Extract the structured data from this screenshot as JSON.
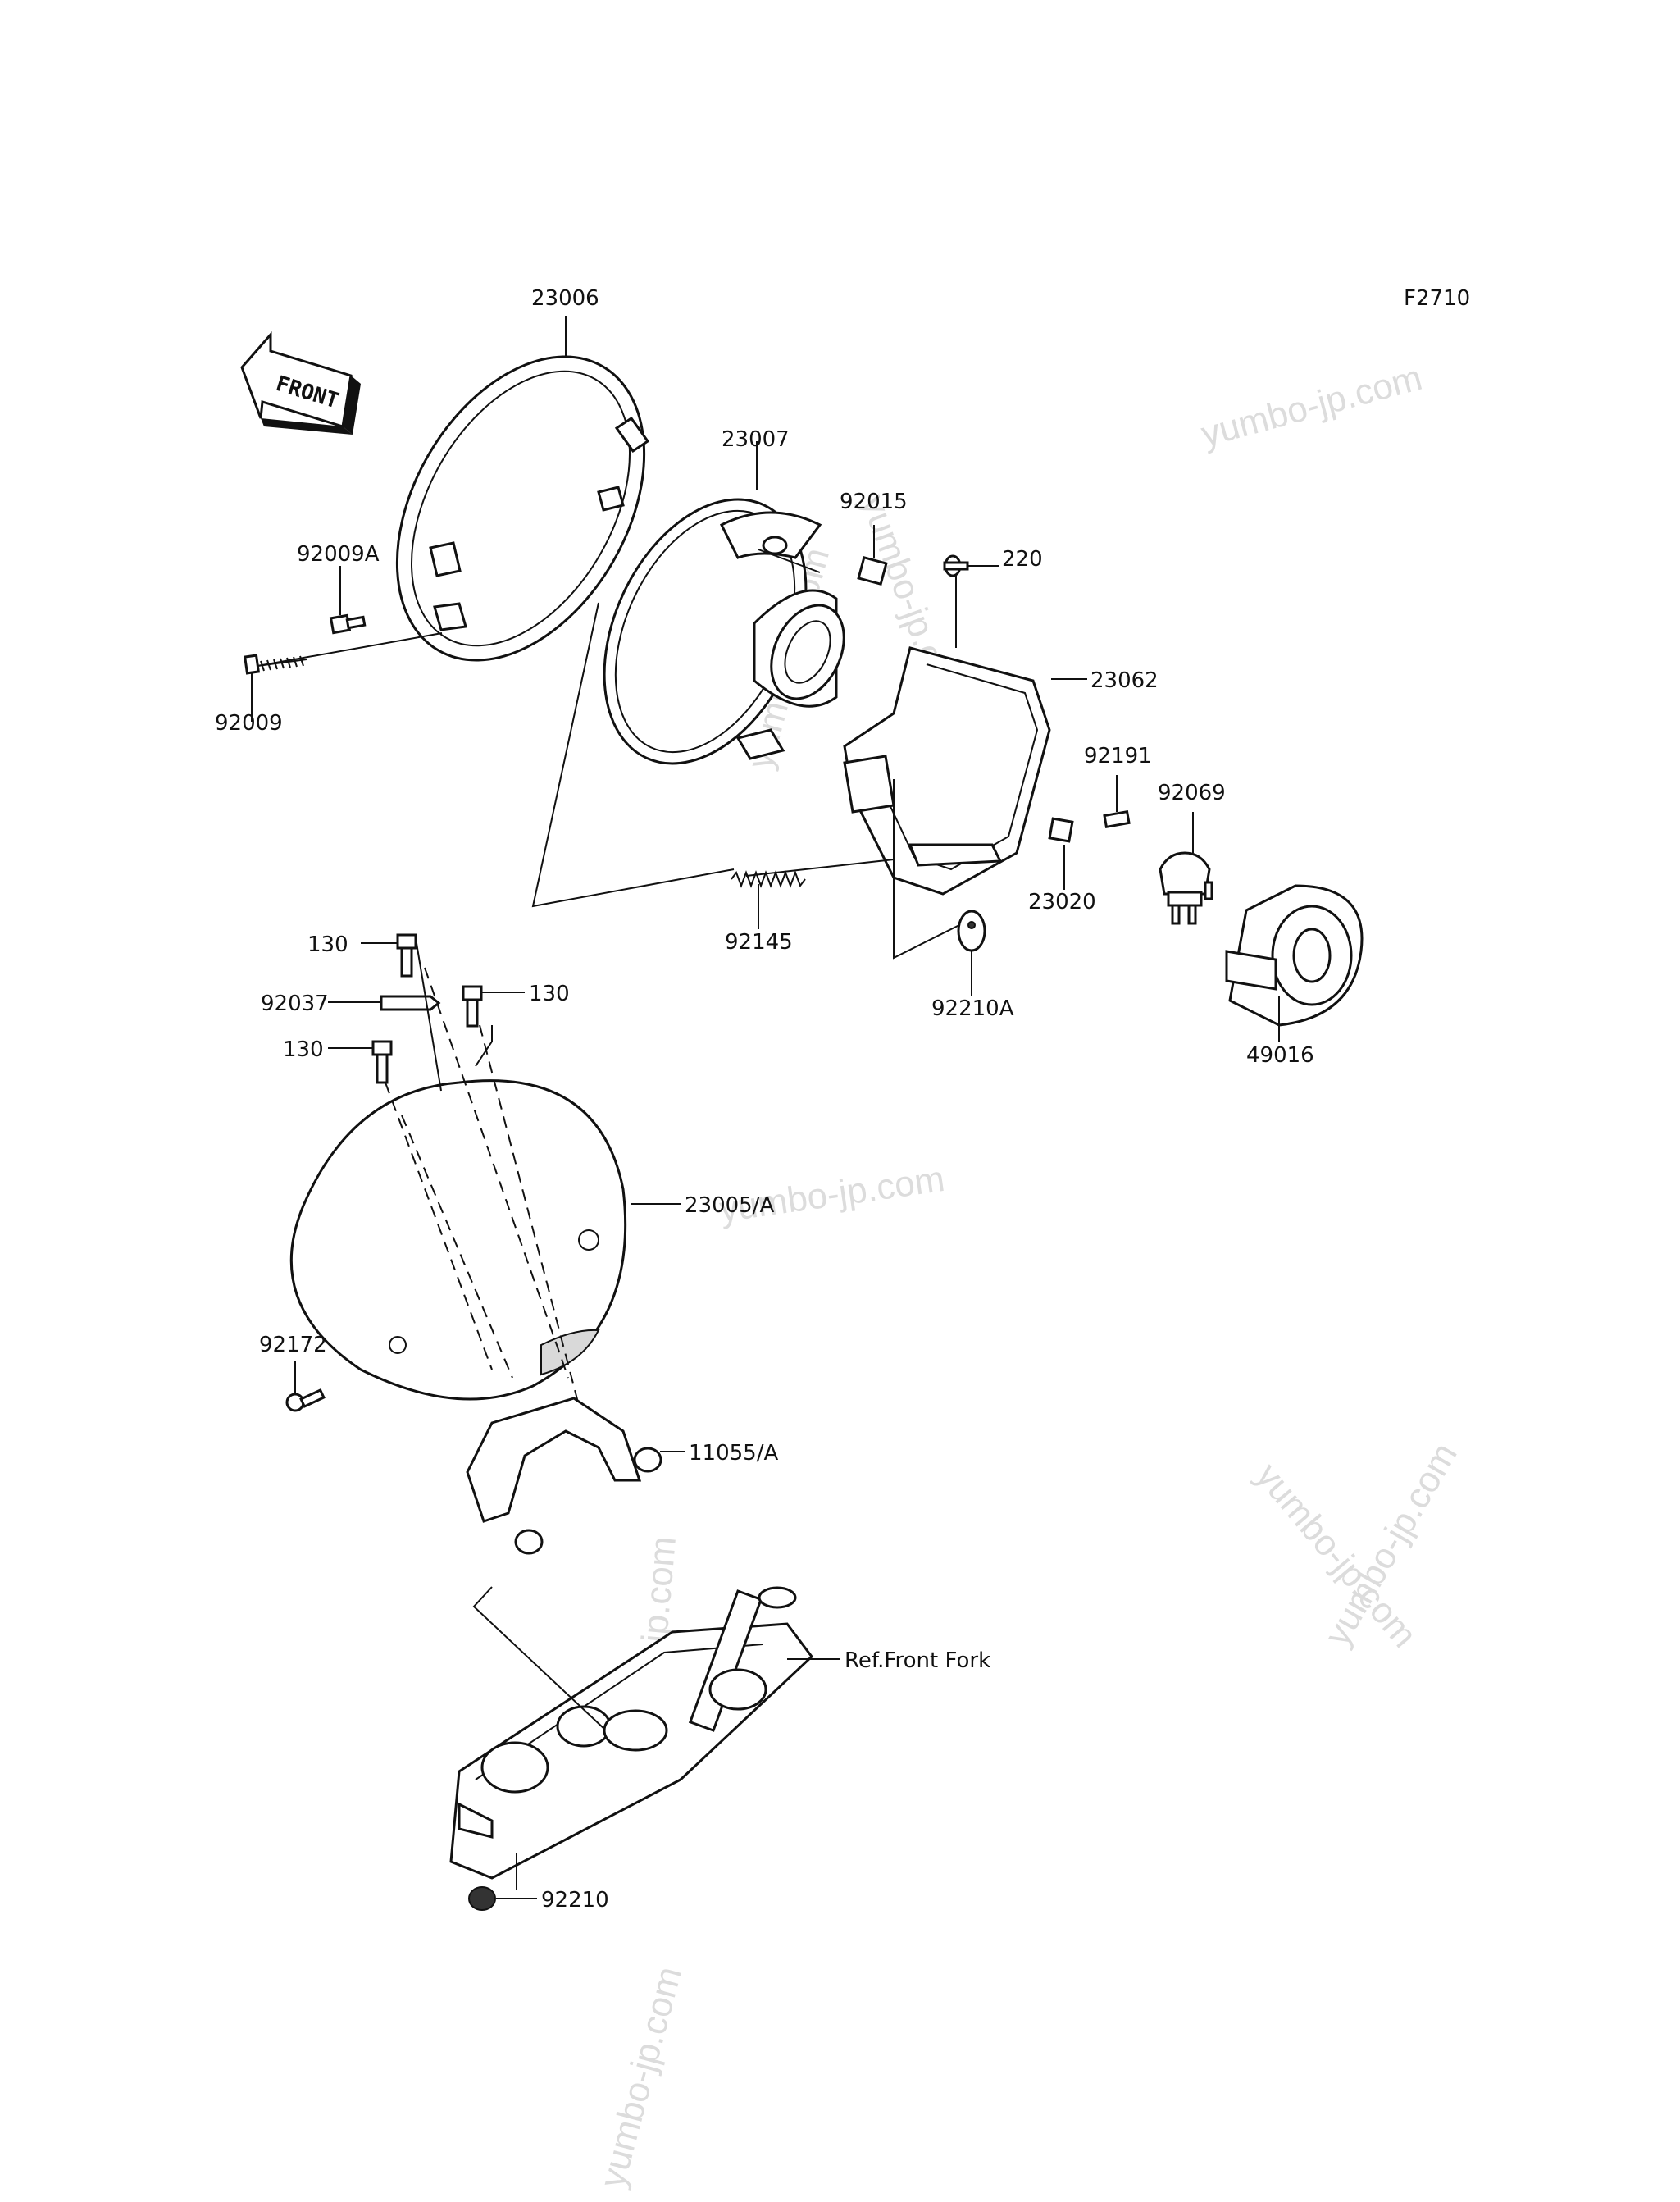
{
  "diagram": {
    "code": "F2710",
    "front_label": "FRONT",
    "watermarks": [
      "yumbo-jp.com",
      "yumbo-jp.com",
      "yumbo-jp.com",
      "yumbo-jp.com",
      "yumbo-jp.com",
      "yumbo-jp.com",
      "yumbo-jp.com",
      "yumbo-jp.com"
    ],
    "callouts": {
      "p23006": "23006",
      "p23007": "23007",
      "p92015": "92015",
      "p220": "220",
      "p92009A": "92009A",
      "p92009": "92009",
      "p23062": "23062",
      "p92191": "92191",
      "p92069": "92069",
      "p23020": "23020",
      "p92145": "92145",
      "p92210A": "92210A",
      "p49016": "49016",
      "p130a": "130",
      "p92037": "92037",
      "p130b": "130",
      "p130c": "130",
      "p23005A": "23005/A",
      "p92172": "92172",
      "p11055A": "11055/A",
      "pRefFrontFork": "Ref.Front Fork",
      "p92210": "92210"
    }
  }
}
